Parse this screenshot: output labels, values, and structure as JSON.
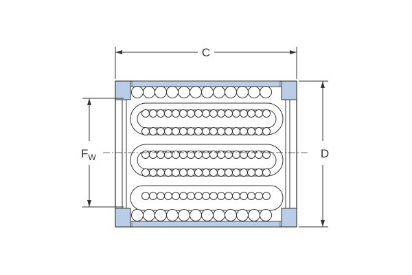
{
  "labels": {
    "C": "C",
    "F": "F",
    "F_sub": "W",
    "D": "D"
  },
  "colors": {
    "line": "#333333",
    "seal": "#b9cde6",
    "background": "#ffffff"
  }
}
